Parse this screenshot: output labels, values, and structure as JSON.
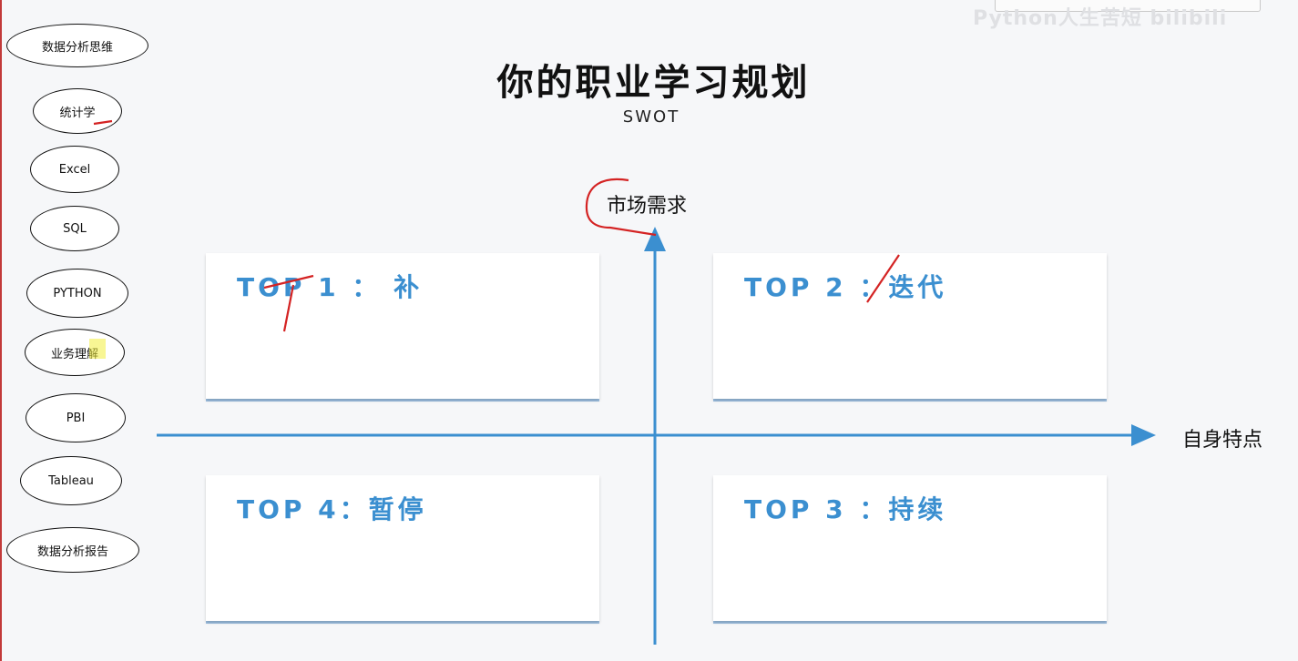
{
  "title": "你的职业学习规划",
  "subtitle": "SWOT",
  "watermark": "Python人生苦短 bilibili",
  "sidebar": {
    "items": [
      {
        "label": "数据分析思维"
      },
      {
        "label": "统计学"
      },
      {
        "label": "Excel"
      },
      {
        "label": "SQL"
      },
      {
        "label": "PYTHON"
      },
      {
        "label": "业务理解"
      },
      {
        "label": "PBI"
      },
      {
        "label": "Tableau"
      },
      {
        "label": "数据分析报告"
      }
    ]
  },
  "axes": {
    "y_label": "市场需求",
    "x_label": "自身特点"
  },
  "quadrants": {
    "top_left": {
      "label": "TOP 1 ： 补"
    },
    "top_right": {
      "label": "TOP 2 ：迭代"
    },
    "bottom_left": {
      "label": "TOP 4：暂停"
    },
    "bottom_right": {
      "label": "TOP 3 ：持续"
    }
  },
  "colors": {
    "accent_blue": "#3b8fd0",
    "annotation_red": "#d42323",
    "highlight_yellow": "#f3ef3c"
  }
}
